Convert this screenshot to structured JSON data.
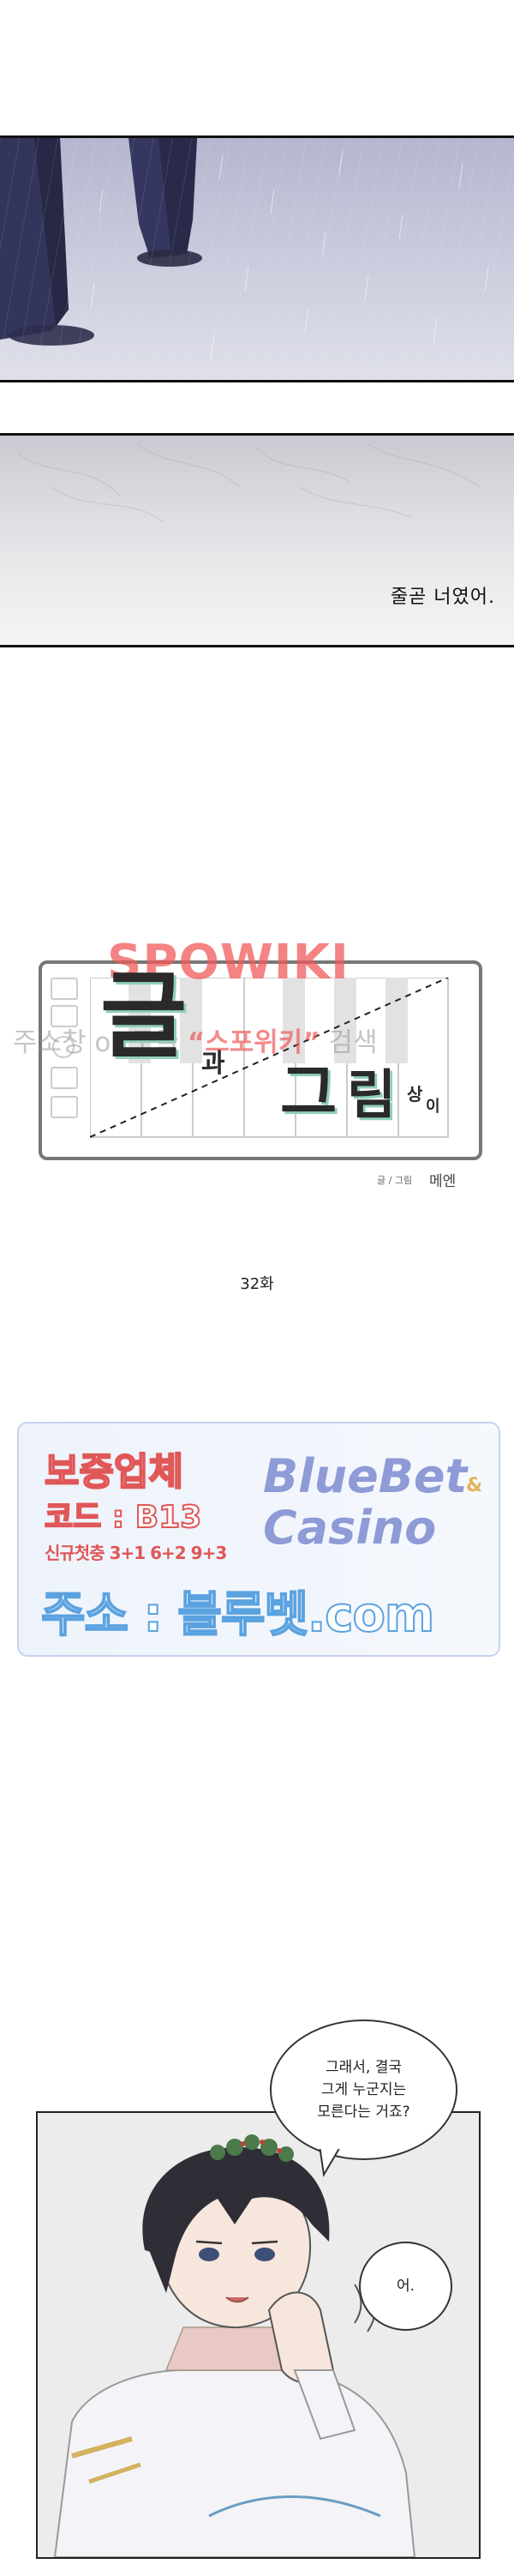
{
  "panel1": {
    "description": ""
  },
  "panel2": {
    "caption": "줄곧 너였어."
  },
  "logo": {
    "watermark_top": "SPOWIKI",
    "watermark_line_left": "주소창 or 구글 ",
    "watermark_line_highlight": "“스포위키”",
    "watermark_line_right": " 검색",
    "title_char_1": "글",
    "title_char_2": "과",
    "title_char_3": "그",
    "title_char_4": "림",
    "title_char_5": "상",
    "title_char_6": "이",
    "credit_small": "글 / 그림",
    "credit_author": "메엔"
  },
  "episode": "32화",
  "ad": {
    "left_title": "보증업체",
    "code": "코드 : B13",
    "bonus": "신규첫충 3+1 6+2 9+3",
    "address": "주소 : 블루벳.com",
    "brand_line1": "BlueBet",
    "brand_amp": "&",
    "brand_line2": "Casino"
  },
  "panel3": {
    "bubble1": "그래서, 결국\n그게 누군지는\n모른다는 거죠?",
    "bubble2": "어."
  }
}
